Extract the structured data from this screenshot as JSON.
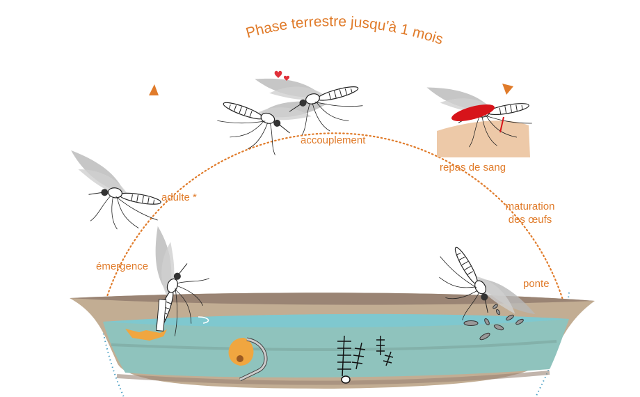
{
  "title": "Phase terrestre jusqu'à 1 mois",
  "labels": {
    "accouplement": "accouplement",
    "repas": "repas de sang",
    "adulte": "adulte *",
    "maturation_1": "maturation",
    "maturation_2": "des œufs",
    "emergence": "émergence",
    "ponte": "ponte"
  },
  "colors": {
    "accent": "#e07b2a",
    "water": "#7fc8cf",
    "basin": "#c2ad93",
    "blood": "#d7141a",
    "heart": "#e0303a"
  }
}
